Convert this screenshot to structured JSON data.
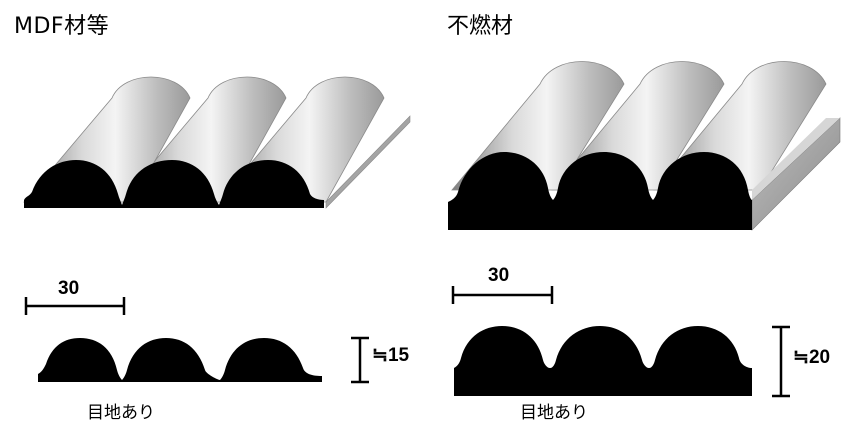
{
  "panels": {
    "left": {
      "title": "MDF材等",
      "width_label": "30",
      "height_label": "≒15",
      "note": "目地あり"
    },
    "right": {
      "title": "不燃材",
      "width_label": "30",
      "height_label": "≒20",
      "note": "目地あり"
    }
  },
  "colors": {
    "profile": "#000000",
    "surface_light": "#f2f2f2",
    "surface_shadow": "#8c8c8c"
  }
}
